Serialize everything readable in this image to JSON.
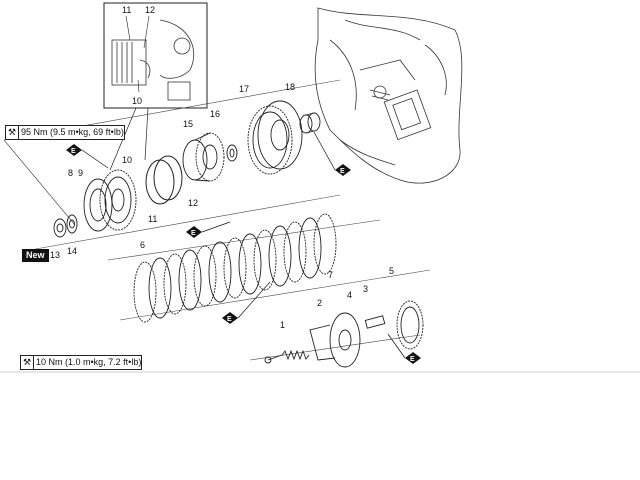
{
  "part_labels": {
    "p1": "1",
    "p2": "2",
    "p3": "3",
    "p4": "4",
    "p5": "5",
    "p6": "6",
    "p7": "7",
    "p8": "8",
    "p9": "9",
    "p10a": "10",
    "p10b": "10",
    "p11a": "11",
    "p11b": "11",
    "p12a": "12",
    "p12b": "12",
    "p13": "13",
    "p14": "14",
    "p15": "15",
    "p16": "16",
    "p17": "17",
    "p18": "18"
  },
  "torque_specs": {
    "upper": "95 Nm (9.5 m•kg, 69 ft•lb)",
    "lower": "10 Nm (1.0 m•kg, 7.2 ft•lb)"
  },
  "badges": {
    "new": "New"
  },
  "lubricant_mark": "E",
  "icons": {
    "torque": "wrench-icon",
    "oil": "engine-oil-icon"
  }
}
